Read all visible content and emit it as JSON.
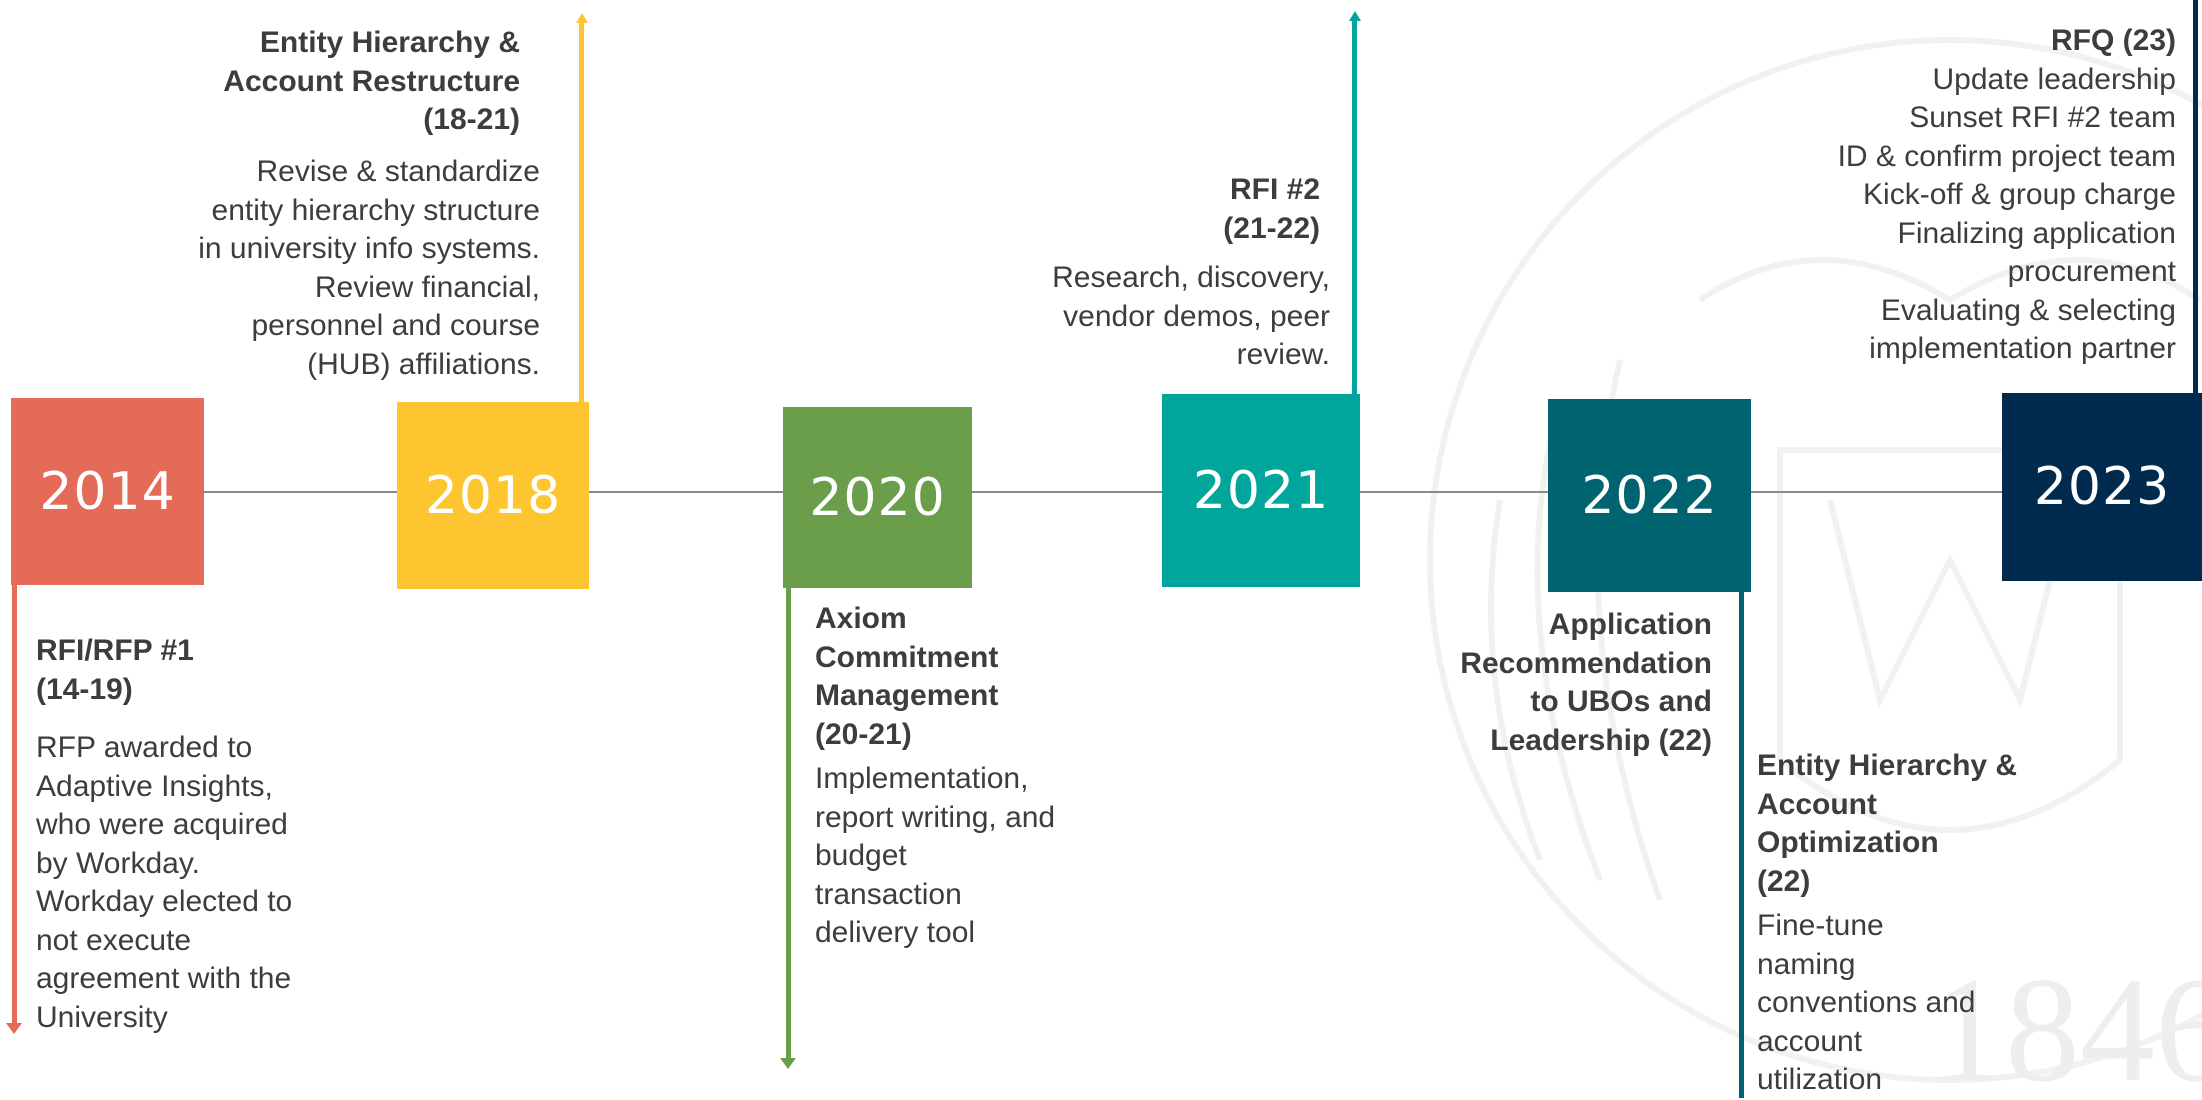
{
  "colors": {
    "y2014": "#e36b58",
    "y2018": "#fdc52f",
    "y2020": "#6b9e4a",
    "y2021": "#00a69c",
    "y2022": "#006370",
    "y2023": "#002b4f",
    "axis": "#8a8a8a",
    "text": "#3d3d3d"
  },
  "milestones": {
    "m2014": {
      "year": "2014",
      "title": "RFI/RFP #1\n(14-19)",
      "body": "RFP awarded to\nAdaptive Insights,\nwho were acquired\nby Workday.\nWorkday elected to\nnot execute\nagreement with the\nUniversity"
    },
    "m2018": {
      "year": "2018",
      "title": "Entity Hierarchy &\nAccount Restructure\n(18-21)",
      "body": "Revise & standardize\nentity hierarchy structure\nin university info systems.\nReview financial,\npersonnel and course\n(HUB) affiliations."
    },
    "m2020": {
      "year": "2020",
      "title": "Axiom\nCommitment\nManagement\n(20-21)",
      "body": "Implementation,\nreport writing, and\nbudget\ntransaction\ndelivery tool"
    },
    "m2021": {
      "year": "2021",
      "title": "RFI #2\n(21-22)",
      "body": "Research, discovery,\nvendor demos, peer\nreview."
    },
    "m2022a": {
      "year": "2022",
      "title": "Application\nRecommendation\nto UBOs and\nLeadership (22)"
    },
    "m2022b": {
      "title": "Entity Hierarchy &\nAccount\nOptimization\n(22)",
      "body": "Fine-tune\nnaming\nconventions and\naccount\nutilization"
    },
    "m2023": {
      "year": "2023",
      "title": "RFQ (23)",
      "body": "Update leadership\nSunset RFI #2 team\nID & confirm project team\nKick-off & group charge\nFinalizing application\nprocurement\nEvaluating & selecting\nimplementation partner"
    }
  },
  "watermark": {
    "text": "1846",
    "icon": "university-seal-watermark-icon"
  }
}
